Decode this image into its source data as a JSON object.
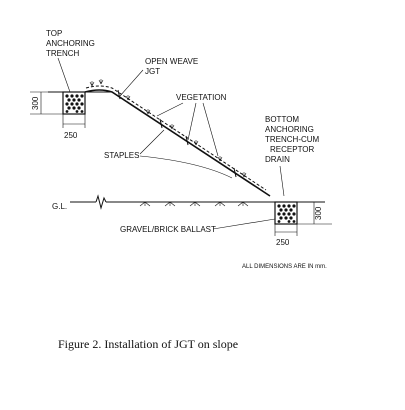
{
  "labels": {
    "top_anchoring_line1": "TOP",
    "top_anchoring_line2": "ANCHORING",
    "top_anchoring_line3": "TRENCH",
    "open_weave_line1": "OPEN WEAVE",
    "open_weave_line2": "JGT",
    "vegetation": "VEGETATION",
    "staples": "STAPLES",
    "bottom_line1": "BOTTOM",
    "bottom_line2": "ANCHORING",
    "bottom_line3": "TRENCH-CUM",
    "bottom_line4": "RECEPTOR",
    "bottom_line5": "DRAIN",
    "ground_level": "G.L.",
    "gravel": "GRAVEL/BRICK BALLAST",
    "all_dimensions": "ALL DIMENSIONS ARE IN mm."
  },
  "dimensions": {
    "top_height": "300",
    "top_width": "250",
    "bottom_height": "300",
    "bottom_width": "250"
  },
  "caption": "Figure 2. Installation of JGT on slope"
}
